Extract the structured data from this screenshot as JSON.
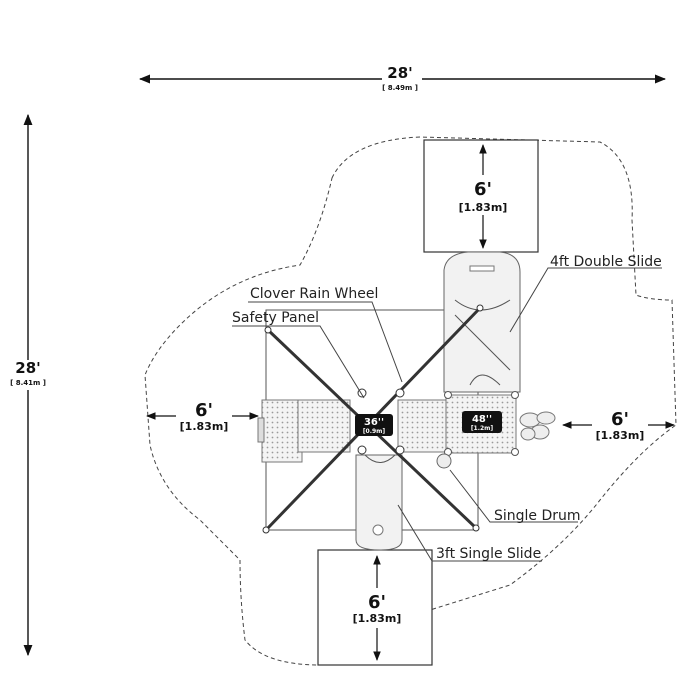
{
  "overall": {
    "width_ft": "28'",
    "width_m": "[ 8.49m ]",
    "depth_ft": "28'",
    "depth_m": "[ 8.41m ]"
  },
  "clearances": {
    "top_ft": "6'",
    "top_m": "[1.83m]",
    "left_ft": "6'",
    "left_m": "[1.83m]",
    "right_ft": "6'",
    "right_m": "[1.83m]",
    "bottom_ft": "6'",
    "bottom_m": "[1.83m]"
  },
  "platforms": {
    "center_ft": "36''",
    "center_m": "[0.9m]",
    "right_ft": "48''",
    "right_m": "[1.2m]"
  },
  "callouts": {
    "double_slide": "4ft Double Slide",
    "rain_wheel": "Clover Rain Wheel",
    "safety_panel": "Safety Panel",
    "single_drum": "Single Drum",
    "single_slide": "3ft Single Slide"
  }
}
